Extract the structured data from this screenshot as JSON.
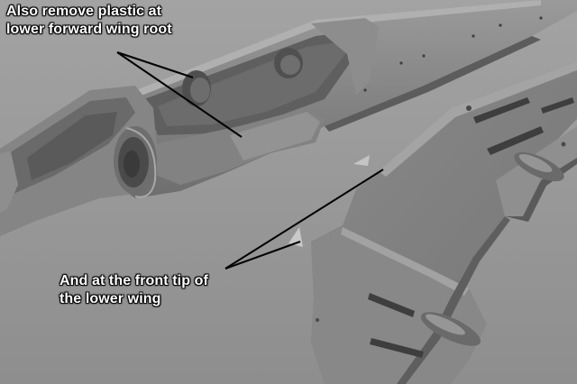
{
  "annotations": {
    "top_line1": "Also remove plastic at",
    "top_line2": "lower forward wing root",
    "bottom_line1": "And at the front tip of",
    "bottom_line2": "the lower wing"
  },
  "photo": {
    "subject": "model-aircraft-fuselage-and-wing-parts",
    "palette": {
      "background": "#9a9a9a",
      "plastic": "#7c7c7c",
      "plastic_light": "#a2a2a2",
      "plastic_dark": "#4a4a4a",
      "annotation_text": "#ffffff",
      "leader_line": "#000000"
    }
  }
}
